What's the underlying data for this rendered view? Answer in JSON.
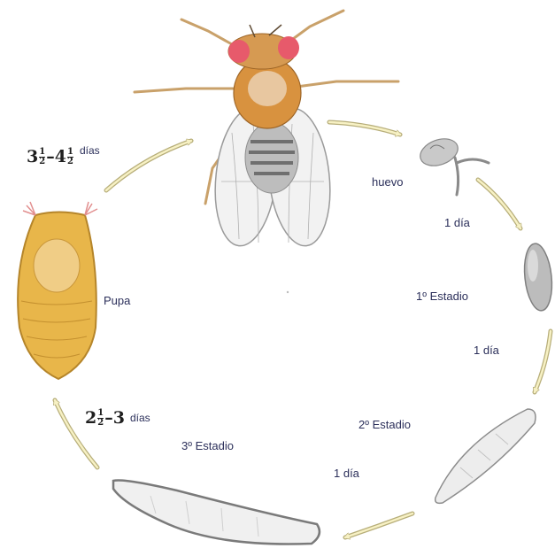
{
  "stages": {
    "egg": "huevo",
    "first_instar": "1º Estadio",
    "second_instar": "2º Estadio",
    "third_instar": "3º Estadio",
    "pupa": "Pupa"
  },
  "durations": {
    "egg_to_first": "1 día",
    "first_to_second": "1 día",
    "second_to_third": "1 día",
    "third_to_pupa": {
      "whole": "2",
      "num": "1",
      "den": "2",
      "dash": "–",
      "end": "3",
      "unit": "días"
    },
    "pupa_to_adult": {
      "start_whole": "3",
      "num1": "1",
      "den1": "2",
      "dash": "–",
      "end_whole": "4",
      "num2": "1",
      "den2": "2",
      "unit": "días"
    }
  },
  "colors": {
    "arrow_fill": "#f7f1c4",
    "arrow_stroke": "#b7ae7a",
    "pupa": "#e8b64a",
    "larva": "#e9e9e9"
  }
}
